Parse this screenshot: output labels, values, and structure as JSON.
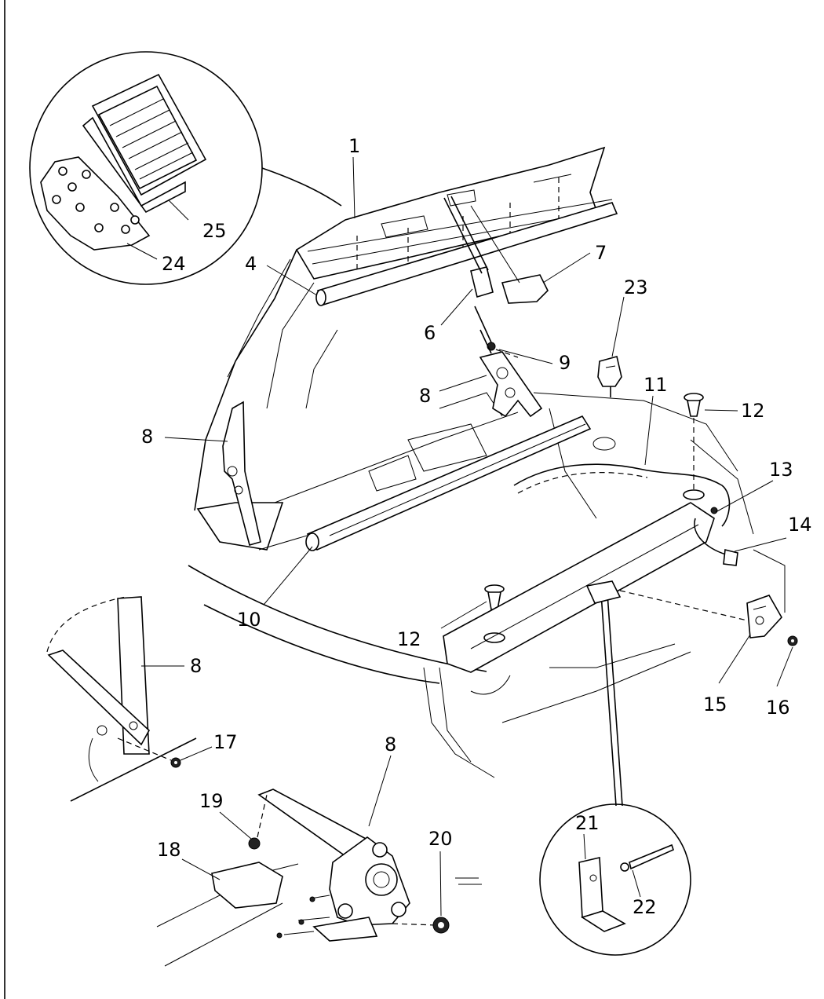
{
  "callouts": {
    "c1": "1",
    "c4": "4",
    "c6": "6",
    "c7": "7",
    "c8a": "8",
    "c8b": "8",
    "c8c": "8",
    "c8d": "8",
    "c9": "9",
    "c10": "10",
    "c11": "11",
    "c12a": "12",
    "c12b": "12",
    "c13": "13",
    "c14": "14",
    "c15": "15",
    "c16": "16",
    "c17": "17",
    "c18": "18",
    "c19": "19",
    "c20": "20",
    "c21": "21",
    "c22": "22",
    "c23": "23",
    "c24": "24",
    "c25": "25"
  }
}
